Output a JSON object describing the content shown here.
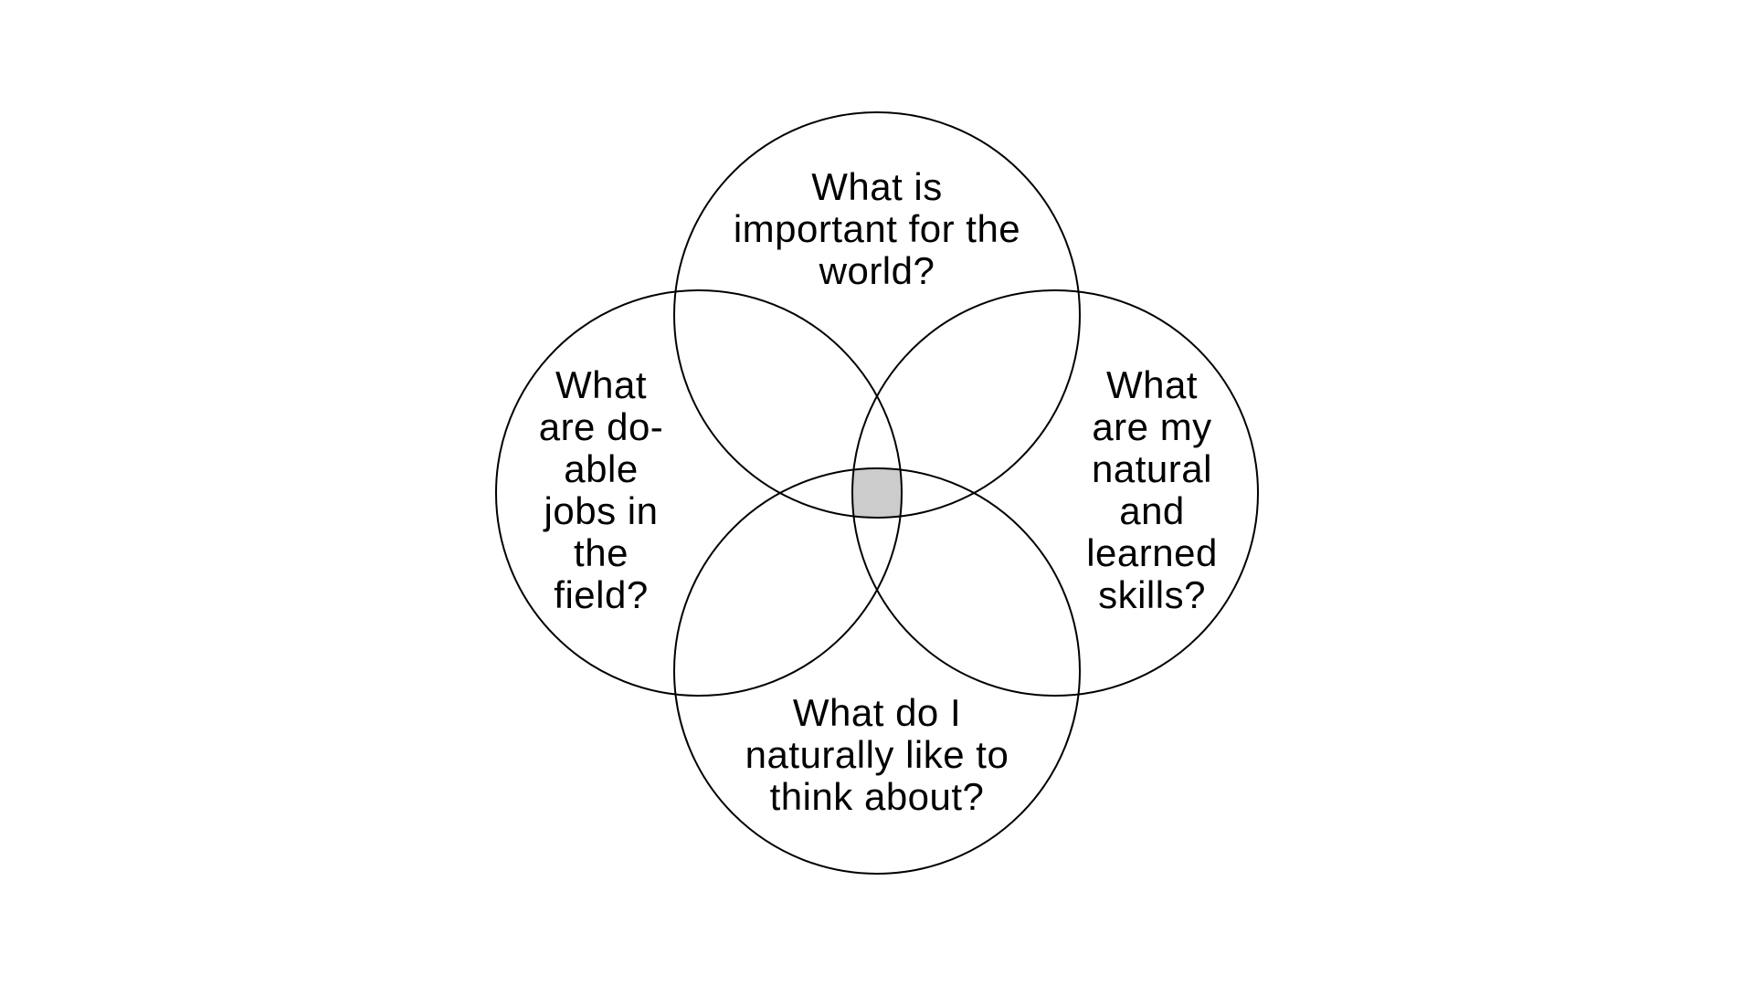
{
  "diagram": {
    "type": "venn-4-circles",
    "colors": {
      "background": "#ffffff",
      "stroke": "#000000",
      "text": "#000000",
      "center_fill": "#cccccc"
    },
    "center_region": {
      "meaning": "intersection-of-all-four-circles",
      "fill": "#cccccc"
    },
    "circles": [
      {
        "id": "top",
        "question": "What is important for the world?",
        "lines": [
          "What is",
          "important for the",
          "world?"
        ]
      },
      {
        "id": "left",
        "question": "What are do-able jobs in the field?",
        "lines": [
          "What",
          "are do-",
          "able",
          "jobs in",
          "the",
          "field?"
        ]
      },
      {
        "id": "right",
        "question": "What are my natural and learned skills?",
        "lines": [
          "What",
          "are my",
          "natural",
          "and",
          "learned",
          "skills?"
        ]
      },
      {
        "id": "bottom",
        "question": "What do I naturally like to think about?",
        "lines": [
          "What do I",
          "naturally like to",
          "think about?"
        ]
      }
    ]
  }
}
